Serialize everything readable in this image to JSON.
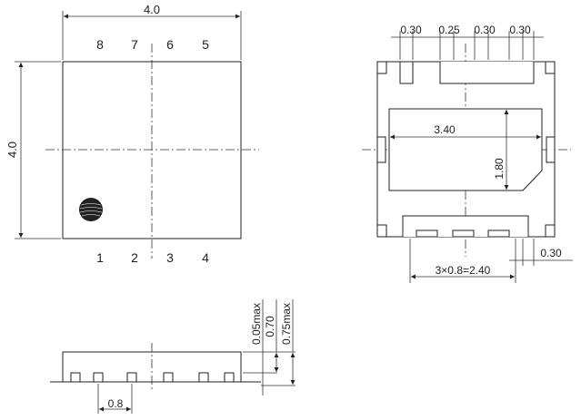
{
  "top_view": {
    "width_label": "4.0",
    "height_label": "4.0",
    "pins_top": [
      "8",
      "7",
      "6",
      "5"
    ],
    "pins_bottom": [
      "1",
      "2",
      "3",
      "4"
    ]
  },
  "bottom_view": {
    "dims_top": [
      "0.30",
      "0.25",
      "0.30",
      "0.30"
    ],
    "pad_width": "3.40",
    "pad_height": "1.80",
    "pitch_label": "3×0.8=2.40",
    "lead_width": "0.30"
  },
  "side_view": {
    "pitch": "0.8",
    "standoff": "0.05max",
    "body_height": "0.70",
    "total_height": "0.75max"
  }
}
